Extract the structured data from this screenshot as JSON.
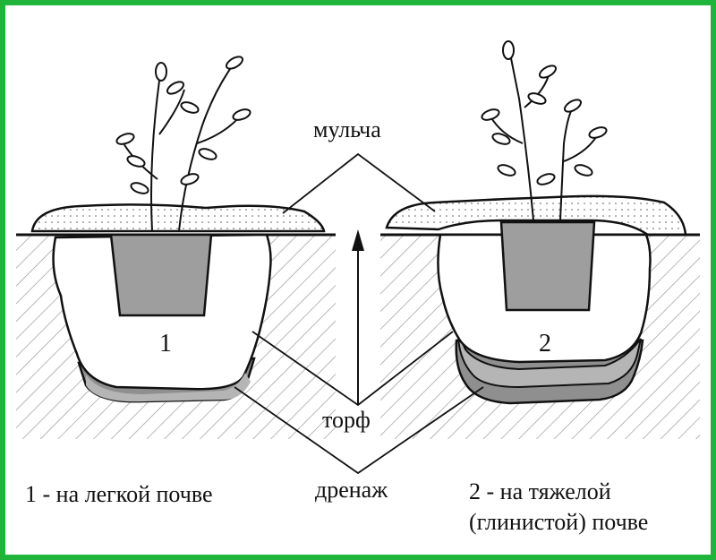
{
  "colors": {
    "frame": "#1fb53a",
    "peat": "#b5b5b5",
    "drainage": "#8f8f8f",
    "soil_hatch": "#9a9a9a",
    "outline": "#111111"
  },
  "labels": {
    "mulch": "мульча",
    "peat": "торф",
    "drainage": "дренаж"
  },
  "pits": [
    {
      "number": "1",
      "caption": "1 - на легкой почве"
    },
    {
      "number": "2",
      "caption_line1": "2 - на тяжелой",
      "caption_line2": "(глинистой) почве"
    }
  ]
}
